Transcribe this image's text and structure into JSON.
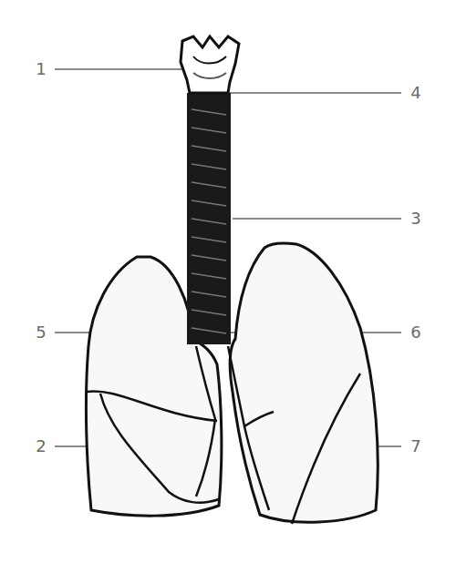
{
  "diagram": {
    "labels": [
      "1",
      "4",
      "3",
      "5",
      "6",
      "2",
      "7"
    ]
  }
}
